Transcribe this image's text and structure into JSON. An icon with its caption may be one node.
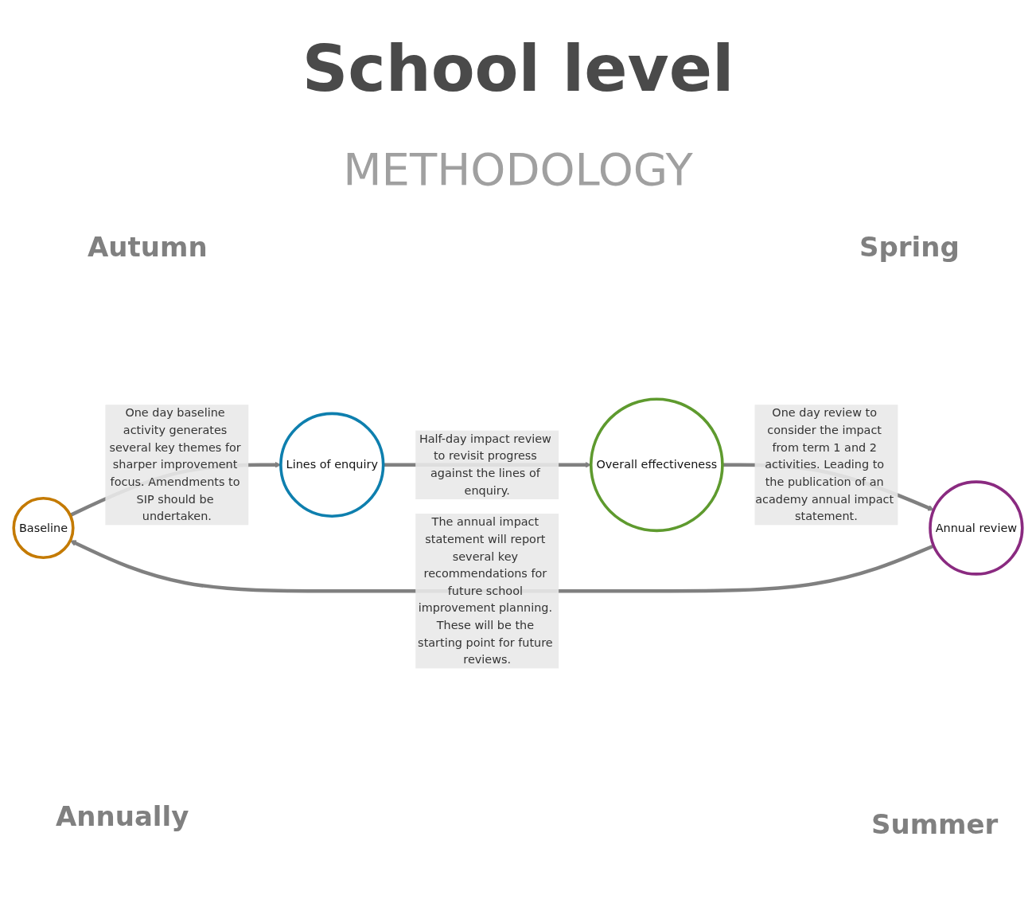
{
  "diagram": {
    "title": "School level",
    "nodes": [
      {
        "text": [
          "Baseline"
        ]
      },
      {
        "text": [
          "Lines of enquiry"
        ]
      },
      {
        "text": [
          "Overall effectiveness"
        ]
      },
      {
        "text": [
          "Annual review"
        ]
      }
    ],
    "edges": [
      {
        "from": 0,
        "to": 1,
        "arrow": "to",
        "label": "One day baseline activity generates several key themes for sharper improvement focus. Amendments to SIP should be undertaken."
      },
      {
        "from": 1,
        "to": 2,
        "arrow": "to",
        "label": "Half-day impact review to revisit progress against the lines of enquiry."
      },
      {
        "from": 2,
        "to": 3,
        "arrow": "to",
        "label": "One day review to consider the impact from term 1 and 2 activities. Leading to the publication of an academy annual impact statement."
      },
      {
        "from": 3,
        "to": 0,
        "arrow": "to",
        "label": "The annual impact statement will report several key recommendations for future school improvement planning. These will be the starting point for future reviews."
      }
    ],
    "labels": [
      "METHODOLOGY",
      "Autumn",
      "Spring",
      "Annually",
      "Summer"
    ]
  }
}
